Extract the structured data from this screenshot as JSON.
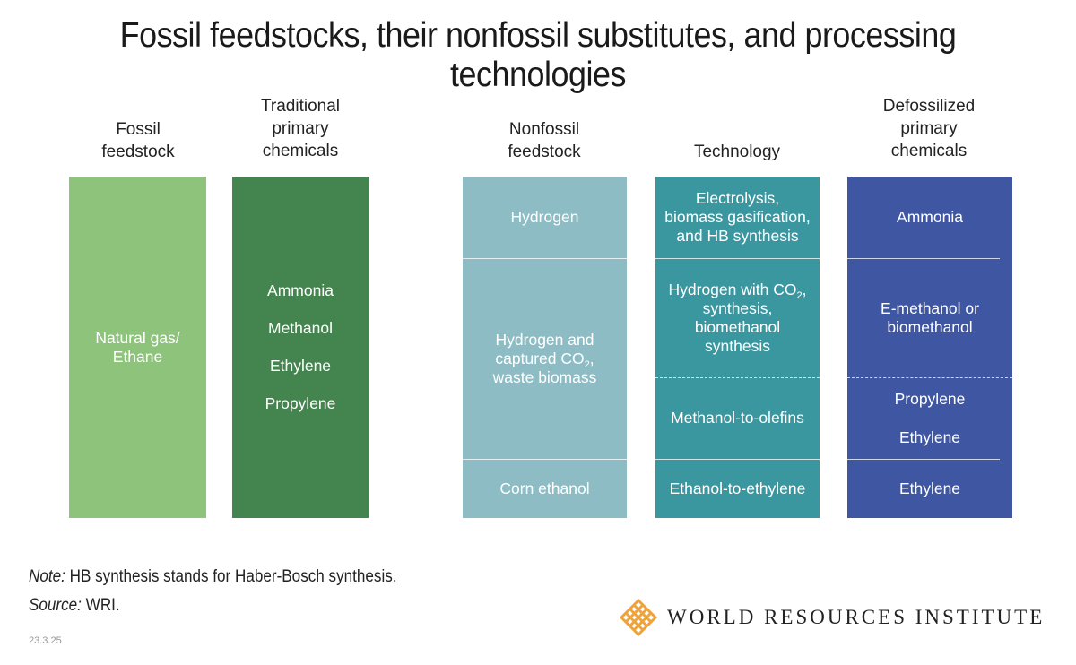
{
  "title": "Fossil feedstocks, their nonfossil substitutes, and processing technologies",
  "headers": {
    "fossil": [
      "Fossil",
      "feedstock"
    ],
    "traditional": [
      "Traditional",
      "primary",
      "chemicals"
    ],
    "nonfossil": [
      "Nonfossil",
      "feedstock"
    ],
    "technology": [
      "Technology"
    ],
    "defossilized": [
      "Defossilized",
      "primary",
      "chemicals"
    ]
  },
  "fossil_feedstock": [
    "Natural gas/",
    "Ethane"
  ],
  "traditional_chemicals": [
    "Ammonia",
    "Methanol",
    "Ethylene",
    "Propylene"
  ],
  "nonfossil": {
    "hydrogen": "Hydrogen",
    "captured": [
      "Hydrogen and",
      "captured CO",
      "2",
      ",",
      "waste biomass"
    ],
    "corn": "Corn ethanol"
  },
  "technology": {
    "electrolysis": [
      "Electrolysis,",
      "biomass gasification,",
      "and HB synthesis"
    ],
    "hydrogen_co2": [
      "Hydrogen with CO",
      "2",
      ",",
      "synthesis,",
      "biomethanol",
      "synthesis"
    ],
    "mto": "Methanol-to-olefins",
    "ete": "Ethanol-to-ethylene"
  },
  "defossilized": {
    "ammonia": "Ammonia",
    "methanol": [
      "E-methanol or",
      "biomethanol"
    ],
    "propylene": "Propylene",
    "ethylene_1": "Ethylene",
    "ethylene_2": "Ethylene"
  },
  "note": {
    "label": "Note:",
    "text": " HB synthesis stands for Haber-Bosch synthesis."
  },
  "source": {
    "label": "Source:",
    "text": " WRI."
  },
  "date": "23.3.25",
  "logo_text": "WORLD RESOURCES INSTITUTE",
  "colors": {
    "fossil": "#8dc37b",
    "traditional": "#44844e",
    "nonfossil": "#8dbcc5",
    "technology": "#3b979f",
    "defossilized": "#3f57a3",
    "logo": "#f0a33a"
  }
}
